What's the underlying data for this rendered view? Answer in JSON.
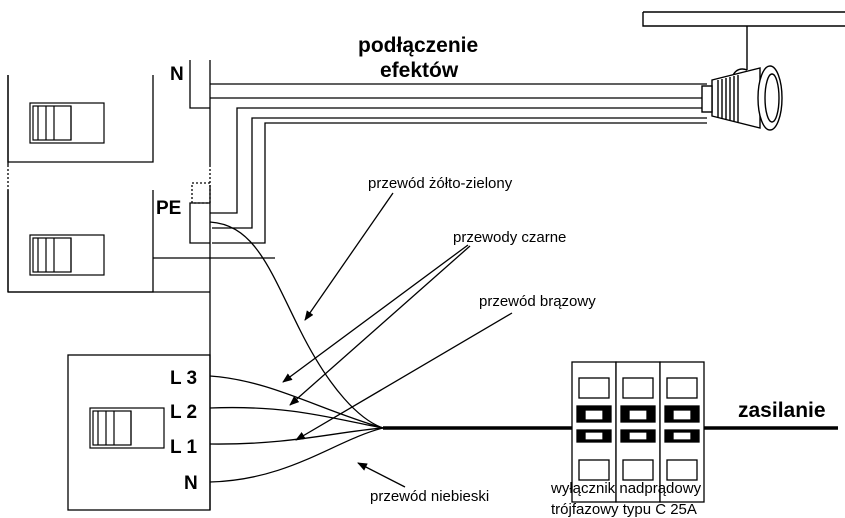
{
  "labels": {
    "effects_line1": "podłączenie",
    "effects_line2": "efektów",
    "terminal_n_top": "N",
    "terminal_pe": "PE",
    "terminal_l3": "L 3",
    "terminal_l2": "L 2",
    "terminal_l1": "L 1",
    "terminal_n_bottom": "N",
    "wire_yellow_green": "przewód żółto-zielony",
    "wires_black": "przewody czarne",
    "wire_brown": "przewód brązowy",
    "wire_blue": "przewód niebieski",
    "supply": "zasilanie",
    "breaker_line1": "wyłącznik nadprądowy",
    "breaker_line2": "trójfazowy typu C 25A"
  }
}
